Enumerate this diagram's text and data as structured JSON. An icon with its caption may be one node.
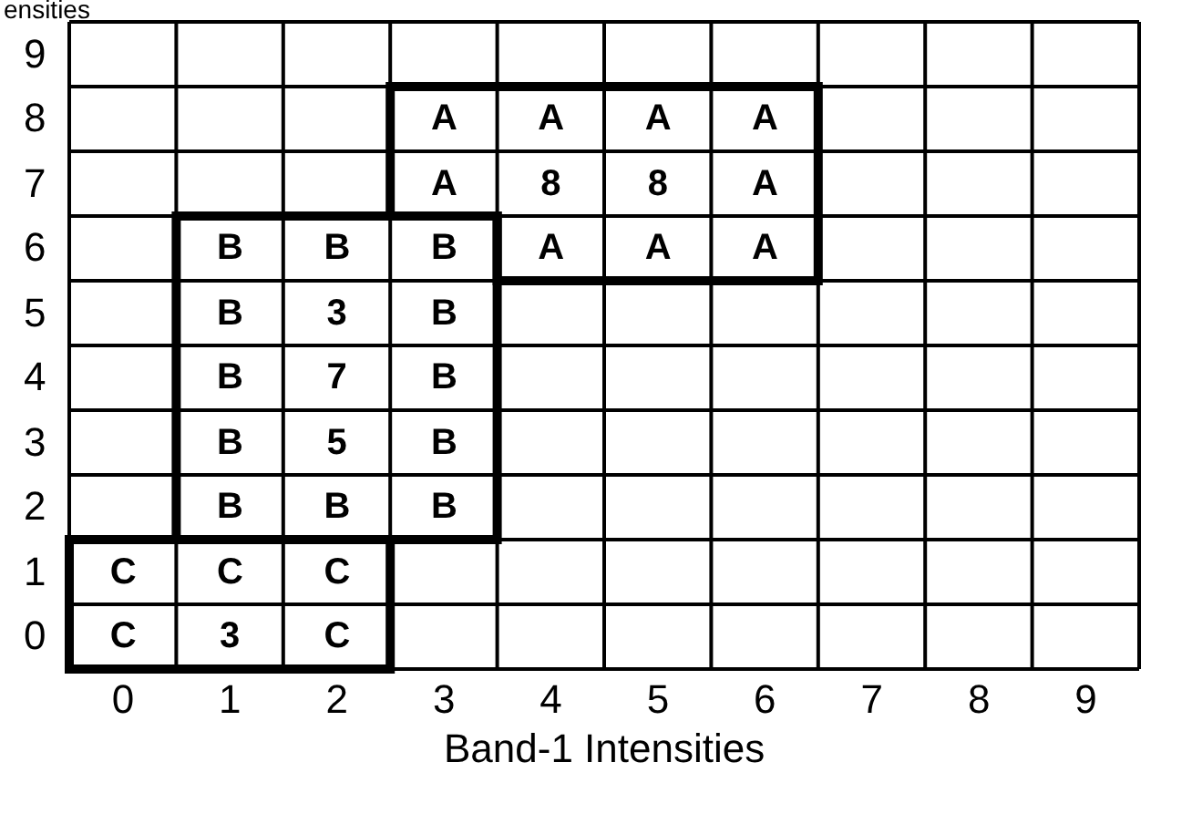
{
  "diagram": {
    "labels": [
      "ensities",
      "9",
      "8",
      "A",
      "A",
      "A",
      "A",
      "7",
      "A",
      "8",
      "8",
      "A",
      "6",
      "B",
      "B",
      "B",
      "A",
      "A",
      "A",
      "5",
      "B",
      "3",
      "B",
      "4",
      "B",
      "7",
      "B",
      "3",
      "B",
      "5",
      "B",
      "2",
      "B",
      "B",
      "B",
      "1",
      "C",
      "C",
      "C",
      "0",
      "C",
      "3",
      "C",
      "0",
      "1",
      "2",
      "3",
      "4",
      "5",
      "6",
      "7",
      "8",
      "9",
      "Band-1 Intensities"
    ]
  }
}
